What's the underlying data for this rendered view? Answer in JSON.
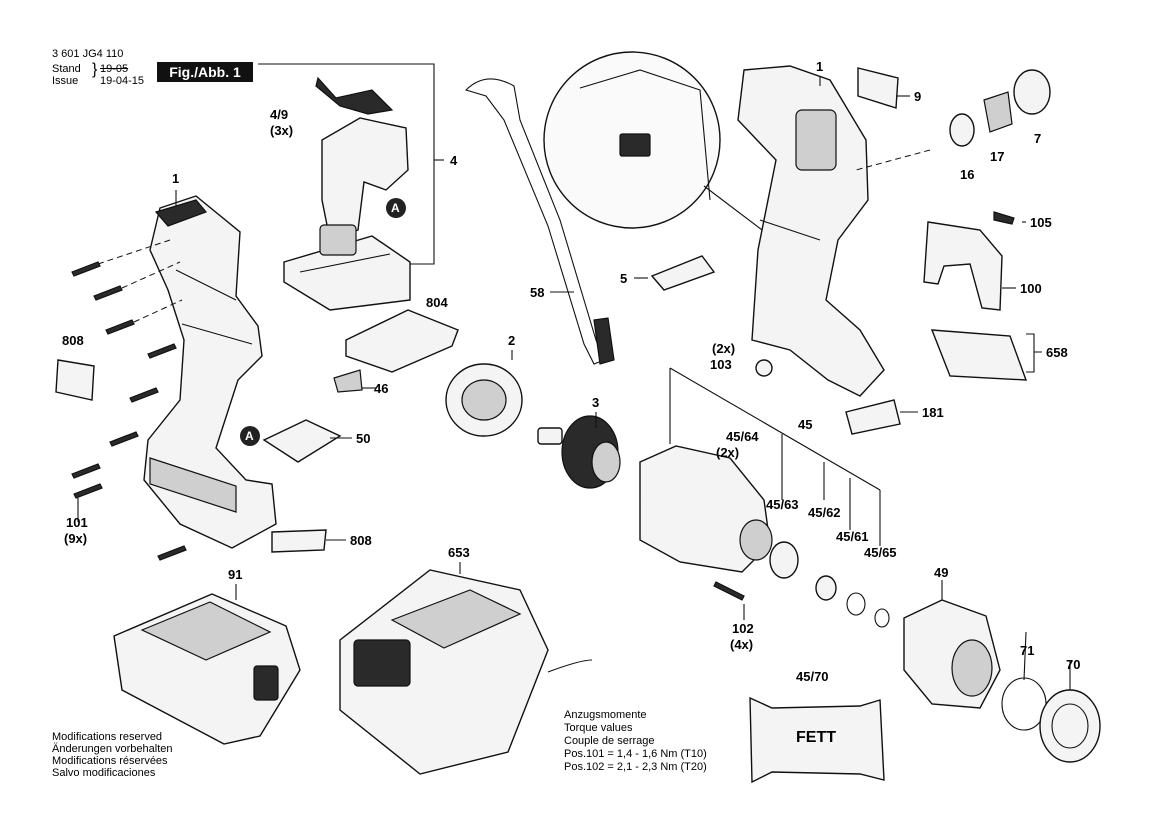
{
  "header": {
    "part_number": "3 601 JG4 110",
    "stand_label": "Stand",
    "issue_label": "Issue",
    "stand_value": "19-05",
    "issue_value": "19-04-15",
    "fig_label": "Fig./Abb. 1"
  },
  "callouts": {
    "c1_left": "1",
    "c1_right": "1",
    "c2": "2",
    "c3": "3",
    "c4": "4",
    "c4_9": "4/9",
    "c4_9_qty": "(3x)",
    "c5": "5",
    "c7": "7",
    "c9": "9",
    "c16": "16",
    "c17": "17",
    "c45": "45",
    "c45_61": "45/61",
    "c45_62": "45/62",
    "c45_63": "45/63",
    "c45_64": "45/64",
    "c45_64_qty": "(2x)",
    "c45_65": "45/65",
    "c45_70": "45/70",
    "c46": "46",
    "c49": "49",
    "c50": "50",
    "c58": "58",
    "c70": "70",
    "c71": "71",
    "c91": "91",
    "c100": "100",
    "c101": "101",
    "c101_qty": "(9x)",
    "c102": "102",
    "c102_qty": "(4x)",
    "c103": "103",
    "c103_qty": "(2x)",
    "c105": "105",
    "c181": "181",
    "c653": "653",
    "c658": "658",
    "c804": "804",
    "c808_a": "808",
    "c808_b": "808",
    "marker_a1": "A",
    "marker_a2": "A",
    "fett": "FETT"
  },
  "torque": {
    "line1": "Anzugsmomente",
    "line2": "Torque values",
    "line3": "Couple de serrage",
    "line4": "Pos.101  =  1,4 - 1,6 Nm (T10)",
    "line5": "Pos.102  =  2,1 - 2,3 Nm (T20)"
  },
  "footer": {
    "line1": "Modifications reserved",
    "line2": "Änderungen vorbehalten",
    "line3": "Modifications réservées",
    "line4": "Salvo modificaciones"
  }
}
